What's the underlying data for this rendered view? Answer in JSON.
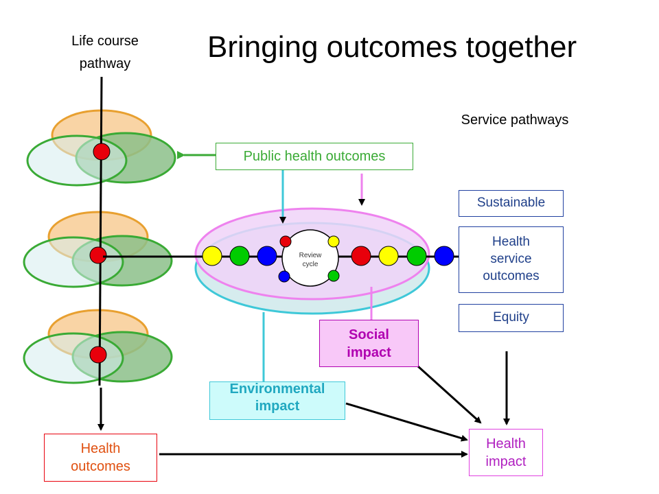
{
  "title": "Bringing outcomes together",
  "life_course_label": [
    "Life course",
    "pathway"
  ],
  "service_pathways_label": "Service pathways",
  "public_health_outcomes": "Public health outcomes",
  "review_cycle": [
    "Review",
    "cycle"
  ],
  "sustainable": "Sustainable",
  "health_service_outcomes": [
    "Health",
    "service",
    "outcomes"
  ],
  "equity": "Equity",
  "social_impact": [
    "Social",
    "impact"
  ],
  "environmental_impact": [
    "Environmental",
    "impact"
  ],
  "health_outcomes": [
    "Health",
    "outcomes"
  ],
  "health_impact": [
    "Health",
    "impact"
  ],
  "colors": {
    "orange_fill": "#f8c98f",
    "orange_stroke": "#e8a030",
    "light_blue_fill": "#d6ecee",
    "green_fill": "#8cc08a",
    "green_stroke": "#3aaa35",
    "node_red": "#e8000b",
    "node_yellow": "#ffff00",
    "node_green": "#00cc00",
    "node_blue": "#0000ff",
    "pink": "#ee82ee",
    "cyan": "#3ec8d8",
    "public_health_text": "#3aaa35",
    "health_outcomes_border": "#e8000b",
    "health_outcomes_text": "#e05010",
    "health_impact_border": "#e040e0",
    "health_impact_text": "#b020c0",
    "blue_box_border": "#2040a0",
    "blue_box_text": "#20408a",
    "social_fill": "#f8c8f8",
    "social_text": "#b000b0",
    "env_fill": "#cdfbfb",
    "env_text": "#20a8c0"
  }
}
